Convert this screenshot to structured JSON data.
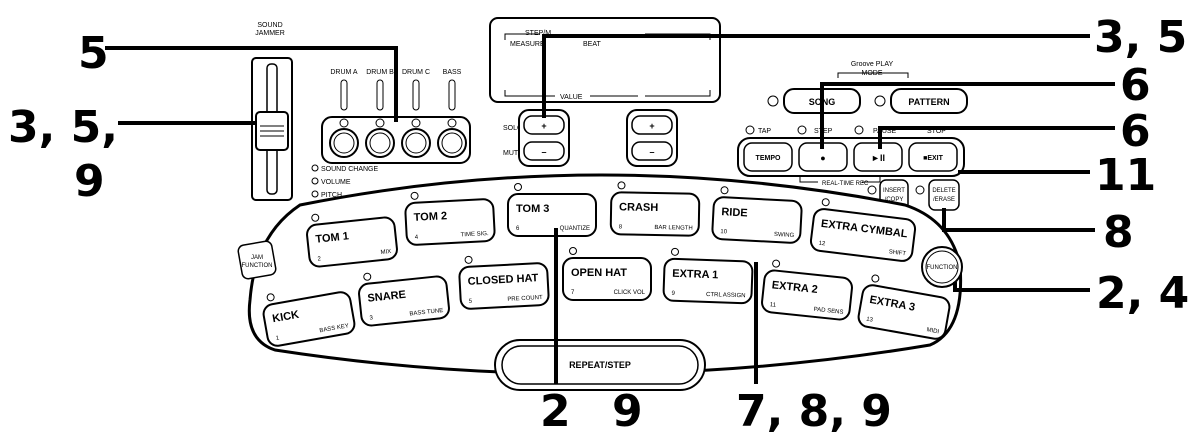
{
  "sound_jammer": {
    "label1": "SOUND",
    "label2": "JAMMER"
  },
  "drums": [
    "DRUM A",
    "DRUM B",
    "DRUM C",
    "BASS"
  ],
  "indicators": [
    "SOUND CHANGE",
    "VOLUME",
    "PITCH"
  ],
  "display": {
    "step": "STEP/M",
    "measure": "MEASURE",
    "beat": "BEAT",
    "value": "VALUE"
  },
  "solo_mute": {
    "solo": "SOLO",
    "mute": "MUTE",
    "plus": "+",
    "minus": "–"
  },
  "groove": {
    "title": "Groove PLAY",
    "mode": "MODE",
    "song": "SONG",
    "pattern": "PATTERN"
  },
  "transport": {
    "tap": "TAP",
    "step": "STEP",
    "pause": "PAUSE",
    "stop": "STOP",
    "tempo": "TEMPO",
    "record": "●",
    "play": "►II",
    "exit": "■EXIT",
    "realtime": "REAL-TIME REC"
  },
  "edit": {
    "insert": "INSERT",
    "copy": "/COPY",
    "delete": "DELETE",
    "erase": "/ERASE",
    "function": "FUNCTION"
  },
  "jam": {
    "line1": "JAM",
    "line2": "FUNCTION"
  },
  "pads": [
    {
      "name": "TOM 1",
      "num": "2",
      "sub": "MIX"
    },
    {
      "name": "TOM 2",
      "num": "4",
      "sub": "TIME SIG."
    },
    {
      "name": "TOM 3",
      "num": "6",
      "sub": "QUANTIZE"
    },
    {
      "name": "CRASH",
      "num": "8",
      "sub": "BAR LENGTH"
    },
    {
      "name": "RIDE",
      "num": "10",
      "sub": "SWING"
    },
    {
      "name": "EXTRA CYMBAL",
      "num": "12",
      "sub": "SHIFT"
    },
    {
      "name": "KICK",
      "num": "1",
      "sub": "BASS KEY"
    },
    {
      "name": "SNARE",
      "num": "3",
      "sub": "BASS TUNE"
    },
    {
      "name": "CLOSED HAT",
      "num": "5",
      "sub": "PRE COUNT"
    },
    {
      "name": "OPEN HAT",
      "num": "7",
      "sub": "CLICK VOL"
    },
    {
      "name": "EXTRA 1",
      "num": "9",
      "sub": "CTRL ASSIGN"
    },
    {
      "name": "EXTRA 2",
      "num": "11",
      "sub": "PAD SENS"
    },
    {
      "name": "EXTRA 3",
      "num": "13",
      "sub": "MIDI"
    }
  ],
  "repeat": "REPEAT/STEP",
  "callouts": {
    "c5_top": "5",
    "c35_left": "3, 5,",
    "c9_left": "9",
    "c35_right": "3, 5",
    "c6_a": "6",
    "c6_b": "6",
    "c11": "11",
    "c8": "8",
    "c24": "2, 4",
    "c2": "2",
    "c9": "9",
    "c789": "7, 8, 9"
  }
}
